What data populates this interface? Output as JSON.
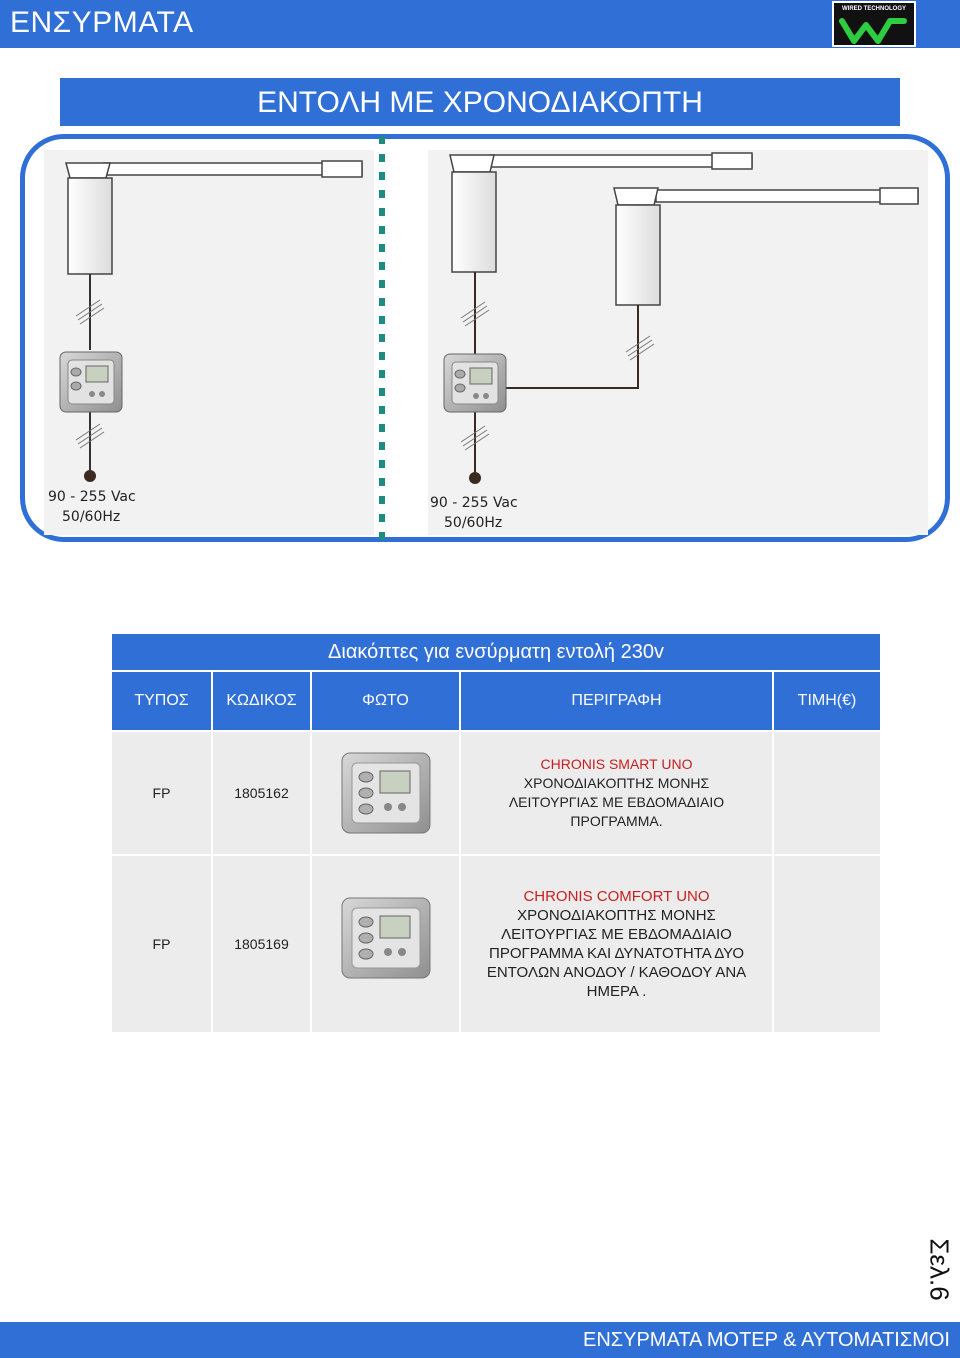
{
  "header": {
    "title": "ΕΝΣΥΡΜΑΤΑ",
    "logo_text": "WIRED TECHNOLOGY"
  },
  "subtitle": "ΕΝΤΟΛΗ ΜΕ ΧΡΟΝΟΔΙΑΚΟΠΤΗ",
  "diagram": {
    "left_supply": {
      "line1": "90 - 255 Vac",
      "line2": "50/60Hz"
    },
    "right_supply": {
      "line1": "90 - 255 Vac",
      "line2": "50/60Hz"
    }
  },
  "table": {
    "title": "Διακόπτες για ενσύρματη εντολή 230v",
    "headers": [
      "ΤΥΠΟΣ",
      "ΚΩΔΙΚΟΣ",
      "ΦΩΤΟ",
      "ΠΕΡΙΓΡΑΦΗ",
      "ΤΙΜΗ(€)"
    ],
    "rows": [
      {
        "type": "FP",
        "code": "1805162",
        "name": "CHRONIS SMART UNO",
        "desc_lines": [
          "ΧΡΟΝΟΔΙΑΚΟΠΤΗΣ ΜΟΝΗΣ",
          "ΛΕΙΤΟΥΡΓΙΑΣ ΜΕ ΕΒΔΟΜΑΔΙΑΙΟ",
          "ΠΡΟΓΡΑΜΜΑ."
        ],
        "price": ""
      },
      {
        "type": "FP",
        "code": "1805169",
        "name": "CHRONIS COMFORT UNO",
        "desc_lines": [
          "ΧΡΟΝΟΔΙΑΚΟΠΤΗΣ ΜΟΝΗΣ",
          "ΛΕΙΤΟΥΡΓΙΑΣ ΜΕ ΕΒΔΟΜΑΔΙΑΙΟ",
          "ΠΡΟΓΡΑΜΜΑ ΚΑΙ ΔΥΝΑΤΟΤΗΤΑ ΔΥΟ",
          "ΕΝΤΟΛΩΝ ΑΝΟΔΟΥ / ΚΑΘΟΔΟΥ ΑΝΑ",
          "ΗΜΕΡΑ ."
        ],
        "price": ""
      }
    ]
  },
  "page_number": "Σελ.6",
  "footer": "ΕΝΣΥΡΜΑΤΑ ΜΟΤΕΡ & ΑΥΤΟΜΑΤΙΣΜΟΙ",
  "colors": {
    "brand_blue": "#2f6fd6",
    "accent_red": "#c82020",
    "divider_teal": "#1e8a80"
  }
}
